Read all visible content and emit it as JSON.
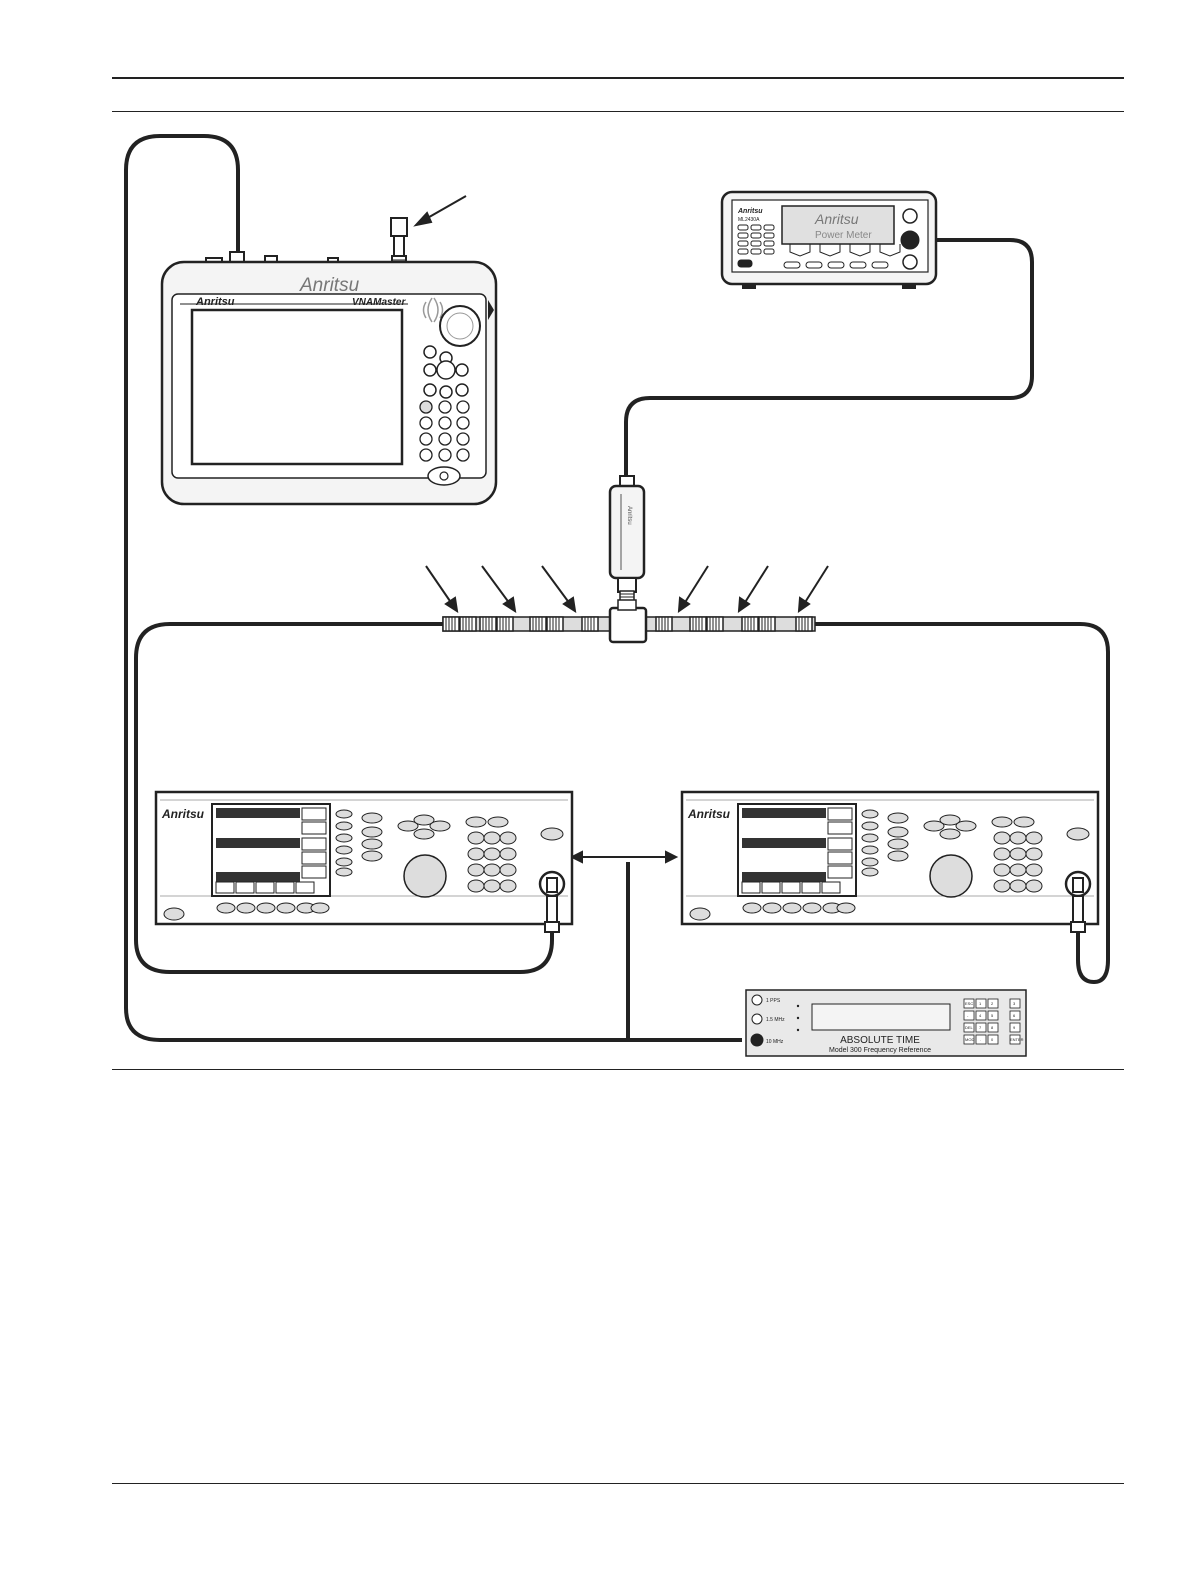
{
  "devices": {
    "vna": {
      "brand": "Anritsu",
      "model": "VNAMaster"
    },
    "power_meter": {
      "brand": "Anritsu",
      "model": "ML2430A",
      "display": "Power Meter",
      "probe_brand": "Anritsu"
    },
    "generator_left": {
      "brand": "Anritsu"
    },
    "generator_right": {
      "brand": "Anritsu"
    },
    "freq_ref": {
      "title": "ABSOLUTE TIME",
      "subtitle": "Model 300 Frequency Reference",
      "ports": [
        "1 PPS",
        "1.5 MHz",
        "10 MHz"
      ],
      "keys": [
        "ESC",
        "1",
        "2",
        "3",
        "-",
        "4",
        "5",
        "6",
        "DEL",
        "7",
        "8",
        "9",
        "MOD",
        ".",
        "0",
        "ENTER"
      ]
    }
  },
  "colors": {
    "ink": "#222222",
    "panel": "#f2f2f2",
    "screen": "#e6e6e6",
    "ref_panel": "#e9e9e9"
  }
}
